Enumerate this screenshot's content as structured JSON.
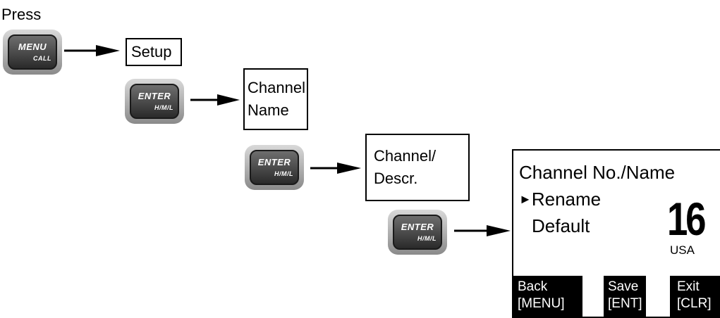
{
  "instruction": "Press",
  "keys": {
    "menu": {
      "top": "MENU",
      "bottom": "CALL"
    },
    "enter": {
      "top": "ENTER",
      "bottom": "H/M/L"
    }
  },
  "steps": {
    "setup": [
      "Setup"
    ],
    "channel_name": [
      "Channel",
      "Name"
    ],
    "channel_descr": [
      "Channel/",
      "Descr."
    ]
  },
  "screen": {
    "title": "Channel No./Name",
    "cursor_glyph": "►",
    "options": [
      "Rename",
      "Default"
    ],
    "channel_number": "16",
    "region": "USA",
    "softkeys": [
      {
        "line1": "Back",
        "line2": "[MENU]"
      },
      {
        "line1": "Save",
        "line2": "[ENT]"
      },
      {
        "line1": "Exit",
        "line2": "[CLR]"
      }
    ]
  }
}
